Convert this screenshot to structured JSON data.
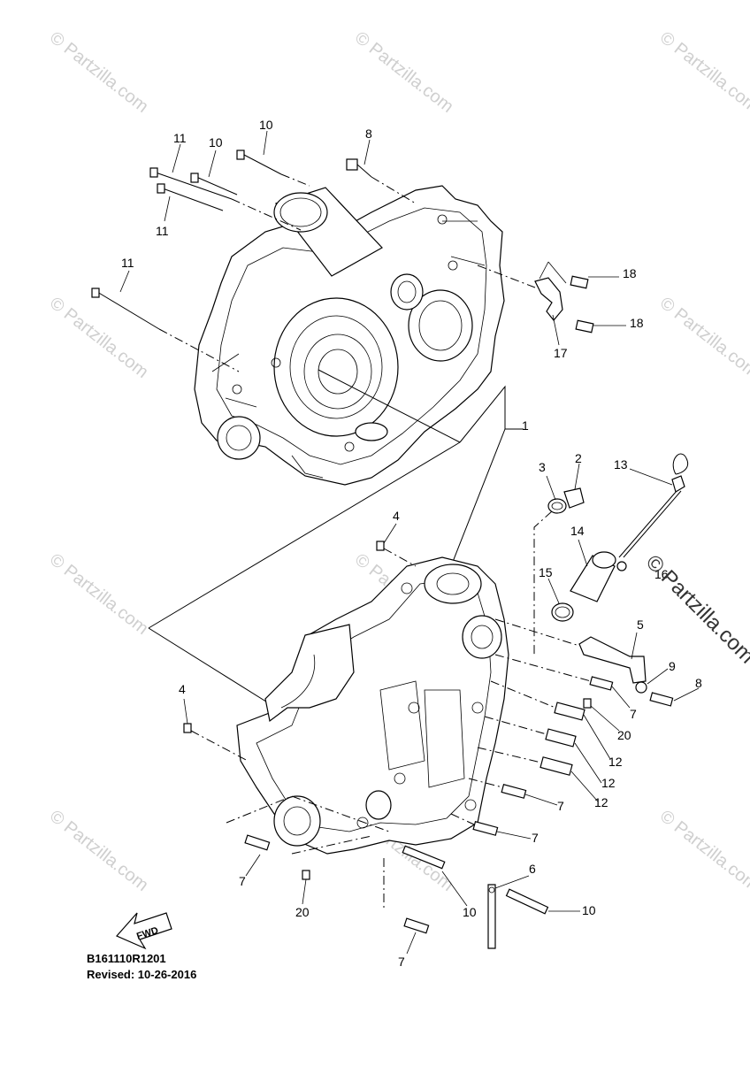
{
  "diagram": {
    "watermark": "© Partzilla.com",
    "brand": "© Partzilla.com",
    "fwd_label": "FWD",
    "drawing_code": "B161110R1201",
    "revised": "Revised: 10-26-2016",
    "callouts": [
      {
        "id": "c10a",
        "label": "10"
      },
      {
        "id": "c11a",
        "label": "11"
      },
      {
        "id": "c10b",
        "label": "10"
      },
      {
        "id": "c8a",
        "label": "8"
      },
      {
        "id": "c11b",
        "label": "11"
      },
      {
        "id": "c11c",
        "label": "11"
      },
      {
        "id": "c18a",
        "label": "18"
      },
      {
        "id": "c18b",
        "label": "18"
      },
      {
        "id": "c17",
        "label": "17"
      },
      {
        "id": "c1",
        "label": "1"
      },
      {
        "id": "c3",
        "label": "3"
      },
      {
        "id": "c2",
        "label": "2"
      },
      {
        "id": "c13",
        "label": "13"
      },
      {
        "id": "c4a",
        "label": "4"
      },
      {
        "id": "c14",
        "label": "14"
      },
      {
        "id": "c16",
        "label": "16"
      },
      {
        "id": "c15",
        "label": "15"
      },
      {
        "id": "c5",
        "label": "5"
      },
      {
        "id": "c9",
        "label": "9"
      },
      {
        "id": "c8b",
        "label": "8"
      },
      {
        "id": "c4b",
        "label": "4"
      },
      {
        "id": "c7a",
        "label": "7"
      },
      {
        "id": "c20a",
        "label": "20"
      },
      {
        "id": "c12a",
        "label": "12"
      },
      {
        "id": "c12b",
        "label": "12"
      },
      {
        "id": "c12c",
        "label": "12"
      },
      {
        "id": "c7b",
        "label": "7"
      },
      {
        "id": "c7c",
        "label": "7"
      },
      {
        "id": "c6",
        "label": "6"
      },
      {
        "id": "c7d",
        "label": "7"
      },
      {
        "id": "c20b",
        "label": "20"
      },
      {
        "id": "c10c",
        "label": "10"
      },
      {
        "id": "c10d",
        "label": "10"
      },
      {
        "id": "c7e",
        "label": "7"
      }
    ]
  }
}
